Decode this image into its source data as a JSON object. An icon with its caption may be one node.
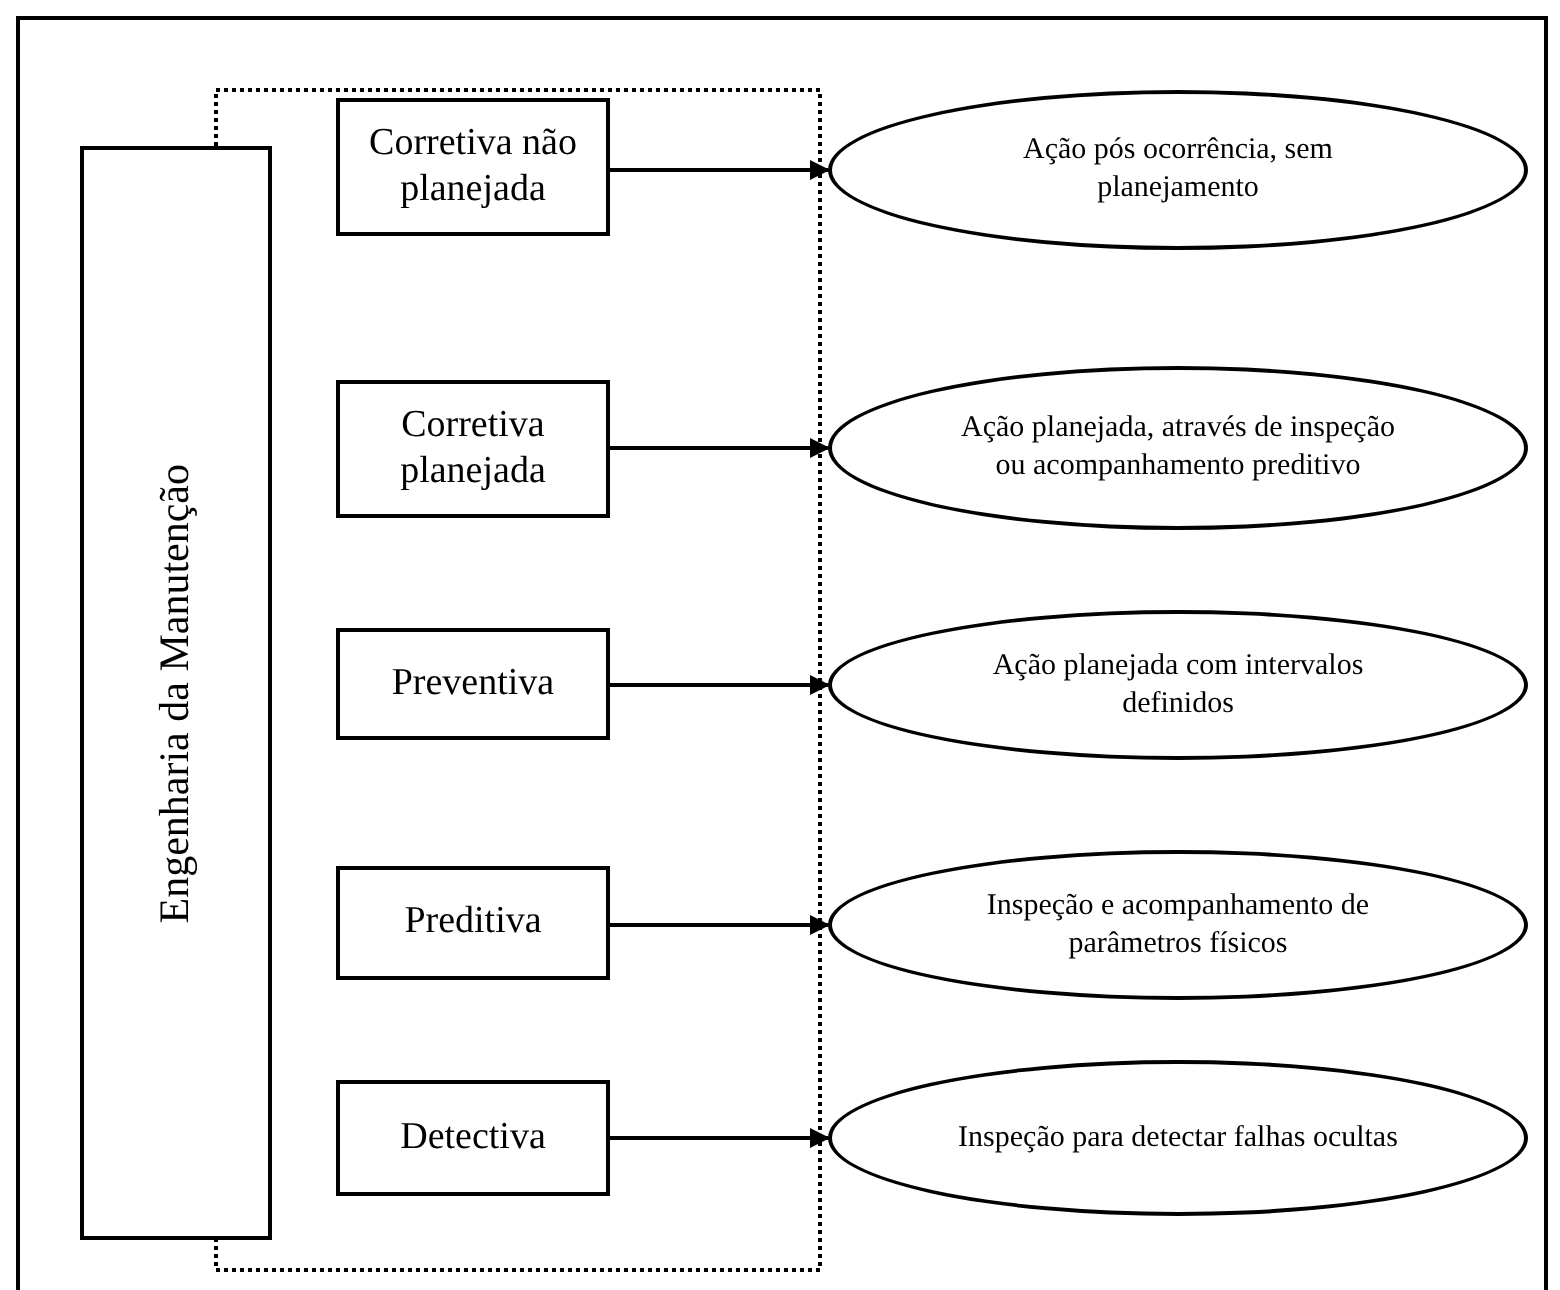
{
  "diagram": {
    "nodes": [
      {
        "text": [
          "Engenharia da Manutenção"
        ]
      },
      {
        "text": [
          "Corretiva não planejada"
        ]
      },
      {
        "text": [
          "Corretiva planejada"
        ]
      },
      {
        "text": [
          "Preventiva"
        ]
      },
      {
        "text": [
          "Preditiva"
        ]
      },
      {
        "text": [
          "Detectiva"
        ]
      },
      {
        "text": [
          "Ação pós ocorrência, sem planejamento"
        ]
      },
      {
        "text": [
          "Ação planejada, através de inspeção ou acompanhamento preditivo"
        ]
      },
      {
        "text": [
          "Ação planejada com intervalos definidos"
        ]
      },
      {
        "text": [
          "Inspeção e acompanhamento de parâmetros físicos"
        ]
      },
      {
        "text": [
          "Inspeção para detectar falhas ocultas"
        ]
      }
    ],
    "edges": [
      {
        "from": 1,
        "to": 6,
        "arrow": "to"
      },
      {
        "from": 2,
        "to": 7,
        "arrow": "to"
      },
      {
        "from": 3,
        "to": 8,
        "arrow": "to"
      },
      {
        "from": 4,
        "to": 9,
        "arrow": "to"
      },
      {
        "from": 5,
        "to": 10,
        "arrow": "to"
      }
    ]
  }
}
